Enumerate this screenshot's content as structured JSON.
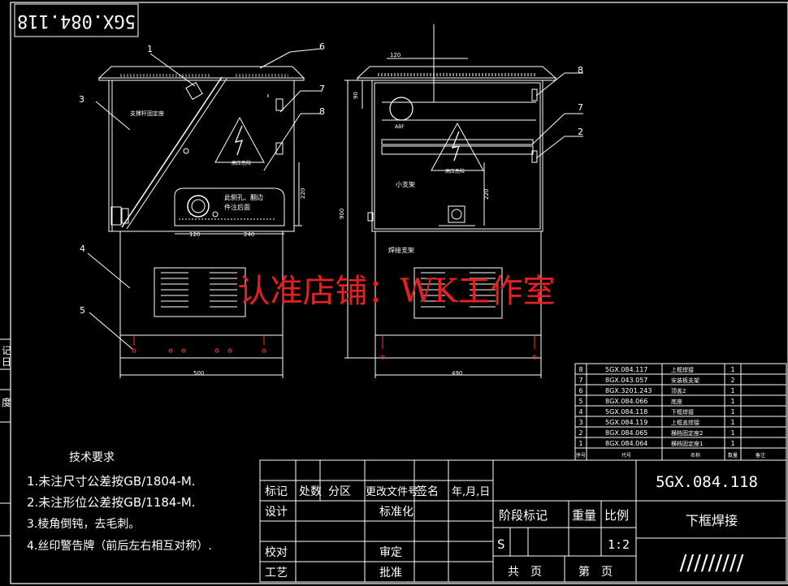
{
  "drawing_number_rotated": "5GX.084.118",
  "callouts": {
    "front": [
      "1",
      "3",
      "4",
      "5",
      "6",
      "7",
      "8"
    ],
    "side": [
      "8",
      "7",
      "2"
    ]
  },
  "front_view": {
    "label_support": "支撑杆固定座",
    "label_hole_line1": "此侧孔、翻边",
    "label_hole_line2": "件注后面",
    "label_hv": "高压危险",
    "dim_120": "120",
    "dim_240": "240",
    "dim_220": "220",
    "dim_500": "500"
  },
  "side_view": {
    "dim_120": "120",
    "dim_90": "90",
    "dim_900": "900",
    "dim_220": "220",
    "dim_490": "490",
    "label_abf": "ABF",
    "label_hv": "高压危险",
    "label_small_bracket": "小支架",
    "label_weld_bracket": "焊接支架"
  },
  "watermark": "认准店铺：WK工作室",
  "tech_requirements": {
    "title": "技术要求",
    "items": [
      "1.未注尺寸公差按GB/1804-M.",
      "2.未注形位公差按GB/1184-M.",
      "3.棱角倒钝，去毛刺。",
      "4.丝印警告牌（前后左右相互对称）."
    ]
  },
  "left_strip": [
    "记",
    "日",
    "度"
  ],
  "bom": {
    "rows": [
      {
        "no": "8",
        "code": "5GX.084.117",
        "name": "上框焊接",
        "qty": "1"
      },
      {
        "no": "7",
        "code": "8GX.043.057",
        "name": "安装板支架",
        "qty": "2"
      },
      {
        "no": "6",
        "code": "8GX.3201.243",
        "name": "顶盖2",
        "qty": "1"
      },
      {
        "no": "5",
        "code": "8GX.084.066",
        "name": "底座",
        "qty": "1"
      },
      {
        "no": "4",
        "code": "5GX.084.118",
        "name": "下框焊接",
        "qty": "1"
      },
      {
        "no": "3",
        "code": "5GX.084.119",
        "name": "上框盖焊接",
        "qty": "1"
      },
      {
        "no": "2",
        "code": "8GX.084.065",
        "name": "横档固定座2",
        "qty": "1"
      },
      {
        "no": "1",
        "code": "8GX.084.064",
        "name": "横档固定座1",
        "qty": "1"
      }
    ],
    "header": {
      "no": "序号",
      "code": "代号",
      "name": "名称",
      "qty": "数量",
      "remark": "备注"
    }
  },
  "title_block": {
    "drawing_no": "5GX.084.118",
    "part_name": "下框焊接",
    "row_labels": {
      "mark": "标记",
      "count": "处数",
      "zone": "分区",
      "doc": "更改文件号",
      "sign": "签名",
      "date": "年,月,日"
    },
    "design": "设计",
    "standard": "标准化",
    "check": "校对",
    "review": "审定",
    "process": "工艺",
    "approve": "批准",
    "stage": "阶段标记",
    "weight": "重量",
    "scale_label": "比例",
    "stage_value": "S",
    "scale_value": "1:2",
    "sheets": "共　页",
    "sheet_no": "第　页",
    "hatch": "/////////"
  }
}
